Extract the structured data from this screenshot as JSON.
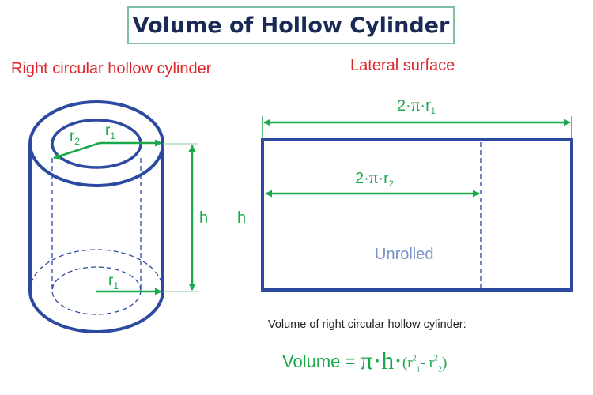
{
  "title": "Volume of Hollow Cylinder",
  "left_heading": "Right circular hollow cylinder",
  "right_heading": "Lateral surface",
  "cylinder": {
    "inner_radius_symbol": "r",
    "inner_radius_sub": "2",
    "outer_radius_symbol": "r",
    "outer_radius_sub": "1",
    "bottom_radius_symbol": "r",
    "bottom_radius_sub": "1",
    "height_label": "h"
  },
  "lateral": {
    "height_label": "h",
    "outer_length": {
      "coef": "2·",
      "pi": "π",
      "dot": "·r",
      "sub": "1"
    },
    "inner_length": {
      "coef": "2·",
      "pi": "π",
      "dot": "·r",
      "sub": "2"
    },
    "center_label": "Unrolled"
  },
  "formula": {
    "caption": "Volume of right circular hollow cylinder:",
    "lhs": "Volume = ",
    "pi": "π",
    "h_part": "·h·",
    "open": "(r",
    "r1_sub": "1",
    "r1_sup": "2",
    "minus": "- r",
    "r2_sub": "2",
    "r2_sup": "2",
    "close": ")"
  },
  "colors": {
    "shape_blue": "#2b4aa0",
    "arrow_green": "#1aa84a",
    "heading_red": "#e0262b",
    "title_navy": "#1b2a55",
    "title_border": "#7fbfa6",
    "unrolled_blue": "#7b93c9"
  }
}
